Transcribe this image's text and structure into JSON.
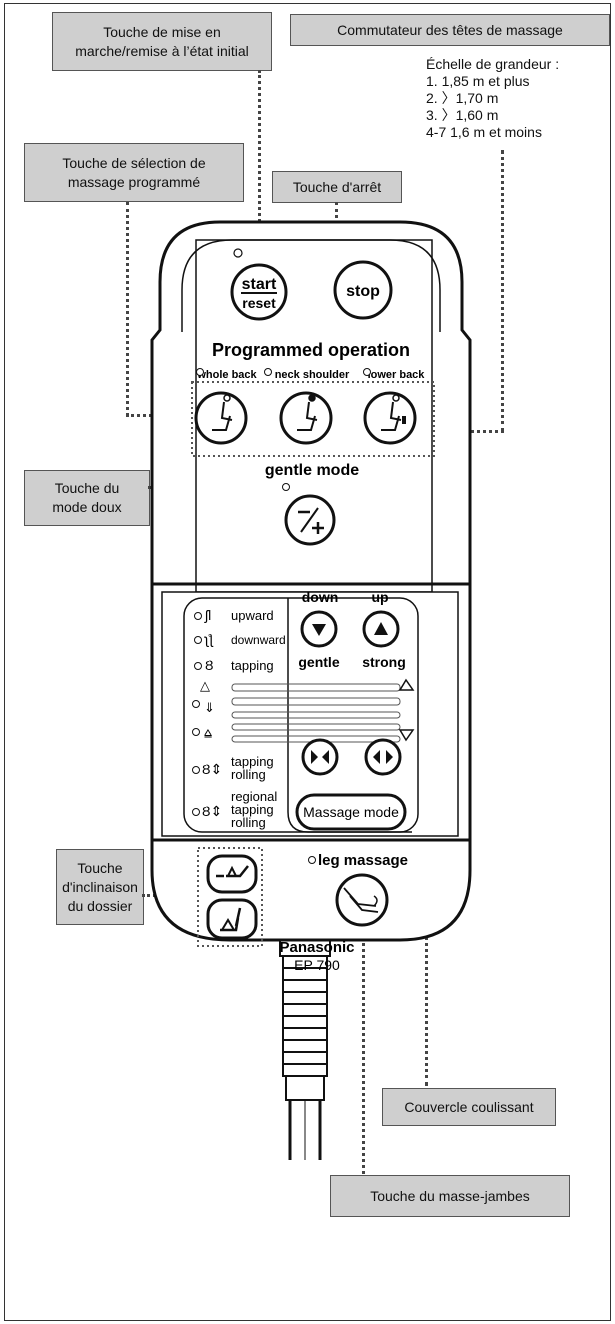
{
  "callouts": {
    "start_reset": "Touche de mise en\nmarche/remise à l’état initial",
    "heads": "Commutateur des têtes de massage",
    "program": "Touche de sélection de\nmassage programmé",
    "stop": "Touche d'arrêt",
    "gentle": "Touche du\nmode doux",
    "recline": "Touche\nd'inclinaison\ndu dossier",
    "cover": "Couvercle coulissant",
    "leg": "Touche du masse-jambes"
  },
  "scale": {
    "title": "Échelle de grandeur :",
    "items": [
      "1. 1,85 m et plus",
      "2. 〉1,70 m",
      "3. 〉1,60 m",
      "4-7  1,6 m et moins"
    ]
  },
  "remote": {
    "start_top": "start",
    "start_bottom": "reset",
    "stop": "stop",
    "programmed_title": "Programmed operation",
    "programs": [
      "whole back",
      "neck shoulder",
      "lower back"
    ],
    "gentle_mode": "gentle mode",
    "down": "down",
    "up": "up",
    "gentle": "gentle",
    "strong": "strong",
    "modes": {
      "upward": "upward",
      "downward": "downward",
      "tapping": "tapping",
      "tapping_rolling_1": "tapping",
      "tapping_rolling_2": "rolling",
      "regional_1": "regional",
      "regional_2": "tapping",
      "regional_3": "rolling"
    },
    "massage_mode": "Massage mode",
    "leg_massage": "leg massage",
    "brand": "Panasonic",
    "model": "EP 790"
  }
}
